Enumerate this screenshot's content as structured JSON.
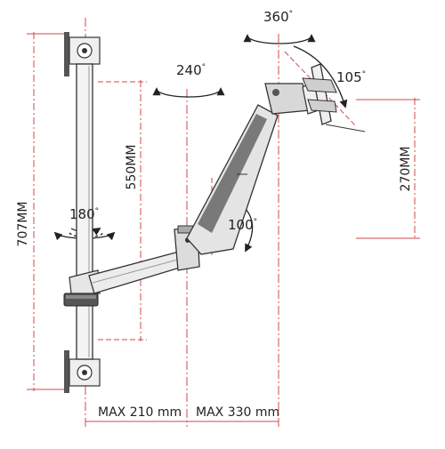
{
  "figure": {
    "height_total": "707MM",
    "height_arm": "550MM",
    "height_tilt": "270MM",
    "rotation_base": "180",
    "rotation_elbow": "240",
    "rotation_top": "360",
    "tilt_angle": "105",
    "lift_angle": "100",
    "degree_symbol": "°",
    "reach_inner": "MAX 210 mm",
    "reach_outer": "MAX 330 mm"
  },
  "colors": {
    "dimension_line": "#d04a4a",
    "outline": "#333333",
    "fill_light": "#efefef",
    "fill_mid": "#d8d8d8",
    "fill_dark": "#555555"
  }
}
